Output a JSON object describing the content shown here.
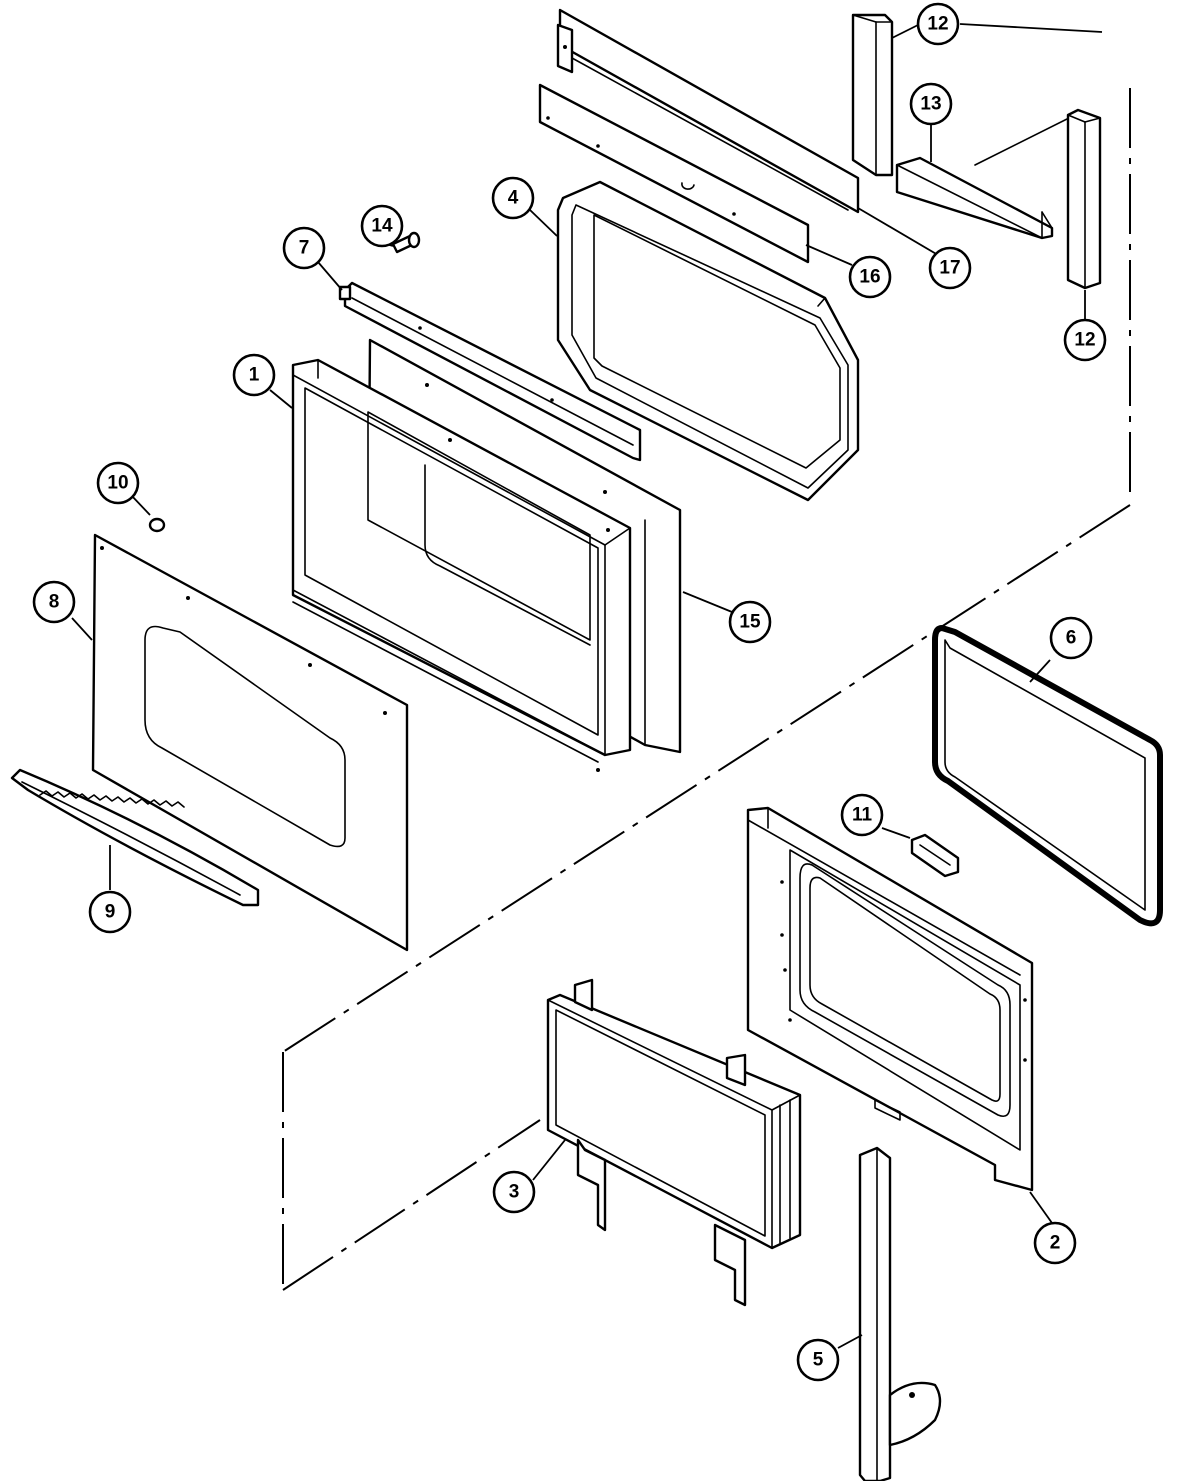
{
  "callouts": [
    {
      "id": "c1",
      "label": "1"
    },
    {
      "id": "c2",
      "label": "2"
    },
    {
      "id": "c3",
      "label": "3"
    },
    {
      "id": "c4",
      "label": "4"
    },
    {
      "id": "c5",
      "label": "5"
    },
    {
      "id": "c6",
      "label": "6"
    },
    {
      "id": "c7",
      "label": "7"
    },
    {
      "id": "c8",
      "label": "8"
    },
    {
      "id": "c9",
      "label": "9"
    },
    {
      "id": "c10",
      "label": "10"
    },
    {
      "id": "c11",
      "label": "11"
    },
    {
      "id": "c12a",
      "label": "12"
    },
    {
      "id": "c12b",
      "label": "12"
    },
    {
      "id": "c13",
      "label": "13"
    },
    {
      "id": "c14",
      "label": "14"
    },
    {
      "id": "c15",
      "label": "15"
    },
    {
      "id": "c16",
      "label": "16"
    },
    {
      "id": "c17",
      "label": "17"
    }
  ]
}
